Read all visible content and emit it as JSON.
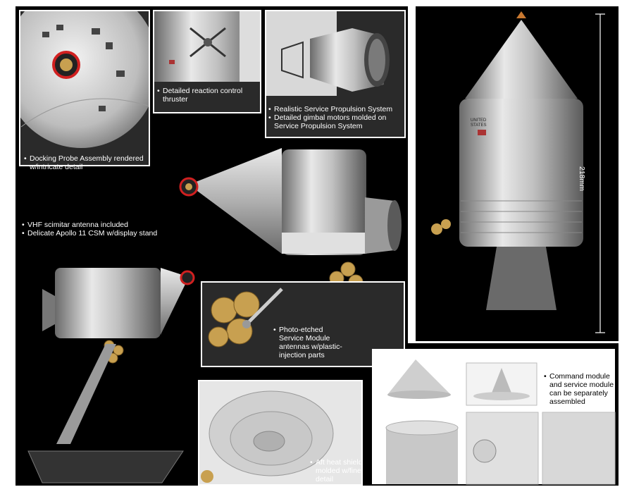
{
  "callouts": {
    "docking": [
      "Docking Probe Assembly rendered",
      "w/intricate detail"
    ],
    "reaction": [
      "Detailed reaction control",
      "thruster"
    ],
    "propulsion_1": [
      "Realistic Service Propulsion System"
    ],
    "propulsion_2": [
      "Detailed gimbal motors molded on",
      "Service Propulsion System"
    ],
    "vhf": [
      "VHF scimitar antenna included"
    ],
    "delicate": [
      "Delicate Apollo 11 CSM w/display stand"
    ],
    "antennas": [
      "Photo-etched",
      "Service Module",
      "antennas w/plastic-",
      "injection parts"
    ],
    "aft": [
      "Aft heat shield",
      "molded w/fine",
      "detail"
    ],
    "separate": [
      "Command module",
      "and service module",
      "can be separately",
      "assembled"
    ]
  },
  "dimension": "218mm",
  "markings": {
    "flag_text": [
      "UNITED",
      "STATES"
    ]
  },
  "colors": {
    "background": "#000000",
    "text": "#ffffff",
    "silver": "#b8b8b8",
    "gold": "#c8a050",
    "red_ring": "#d02020"
  }
}
